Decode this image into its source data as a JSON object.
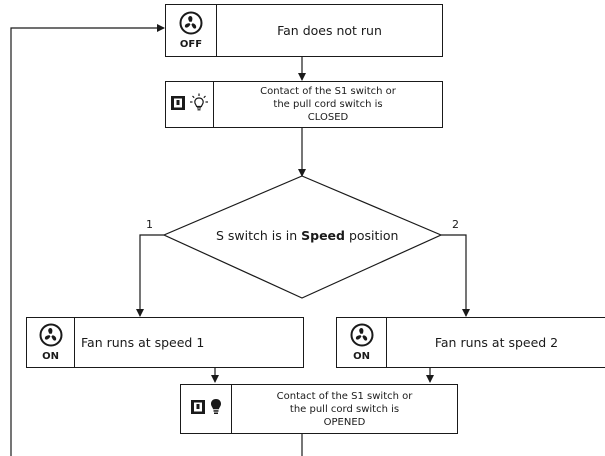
{
  "boxes": {
    "fan_off": {
      "state": "OFF",
      "text": "Fan does not run"
    },
    "contact_closed": {
      "line1": "Contact of the S1 switch or",
      "line2": "the pull cord switch is",
      "line3": "CLOSED"
    },
    "fan_speed1": {
      "state": "ON",
      "text": "Fan runs at speed 1"
    },
    "fan_speed2": {
      "state": "ON",
      "text": "Fan runs at speed 2"
    },
    "contact_opened": {
      "line1": "Contact of the S1 switch or",
      "line2": "the pull cord switch is",
      "line3": "OPENED"
    }
  },
  "decision": {
    "prefix": "S switch is in ",
    "bold": "Speed",
    "suffix": " position"
  },
  "branches": {
    "left": "1",
    "right": "2"
  },
  "icons": [
    "fan-icon",
    "switch-icon",
    "light-bulb-outline-icon",
    "light-bulb-solid-icon"
  ],
  "colors": {
    "stroke": "#1a1a1a",
    "background": "#ffffff"
  }
}
